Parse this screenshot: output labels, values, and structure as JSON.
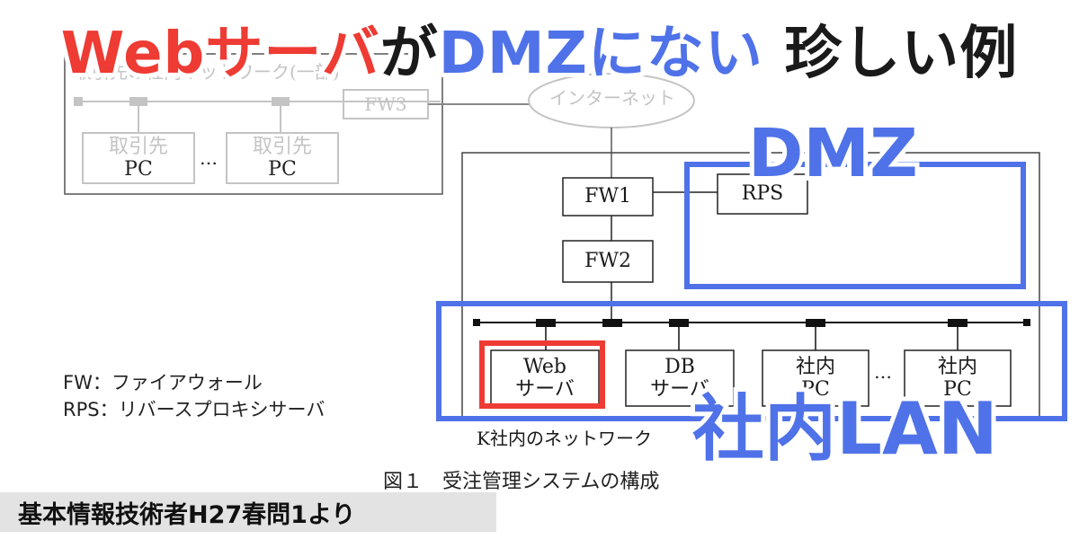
{
  "headline": {
    "part1": "Webサーバ",
    "part2": "が",
    "part3": "DMZにない",
    "part4": " 珍しい例"
  },
  "colors": {
    "red": "#ee3b33",
    "blue": "#4f72e8",
    "black": "#1a1a1a",
    "faded": "#c4c4c4"
  },
  "diagram": {
    "partner_network_label": "取引先の社内ネットワーク(一部)",
    "partner_pc_1": [
      "取引先",
      "PC"
    ],
    "partner_ellipsis": "…",
    "partner_pc_2": [
      "取引先",
      "PC"
    ],
    "fw3": "FW3",
    "internet": "インターネット",
    "fw1": "FW1",
    "fw2": "FW2",
    "rps": "RPS",
    "web_server": [
      "Web",
      "サーバ"
    ],
    "db_server": [
      "DB",
      "サーバ"
    ],
    "internal_pc_1": [
      "社内",
      "PC"
    ],
    "internal_ellipsis": "…",
    "internal_pc_2": [
      "社内",
      "PC"
    ],
    "k_network_label": "K社内のネットワーク",
    "legend_fw": "FW：ファイアウォール",
    "legend_rps": "RPS：リバースプロキシサーバ",
    "figure_caption": "図１　受注管理システムの構成"
  },
  "overlays": {
    "dmz_label": "DMZ",
    "lan_label": "社内LAN"
  },
  "source_note": "基本情報技術者H27春問1より"
}
